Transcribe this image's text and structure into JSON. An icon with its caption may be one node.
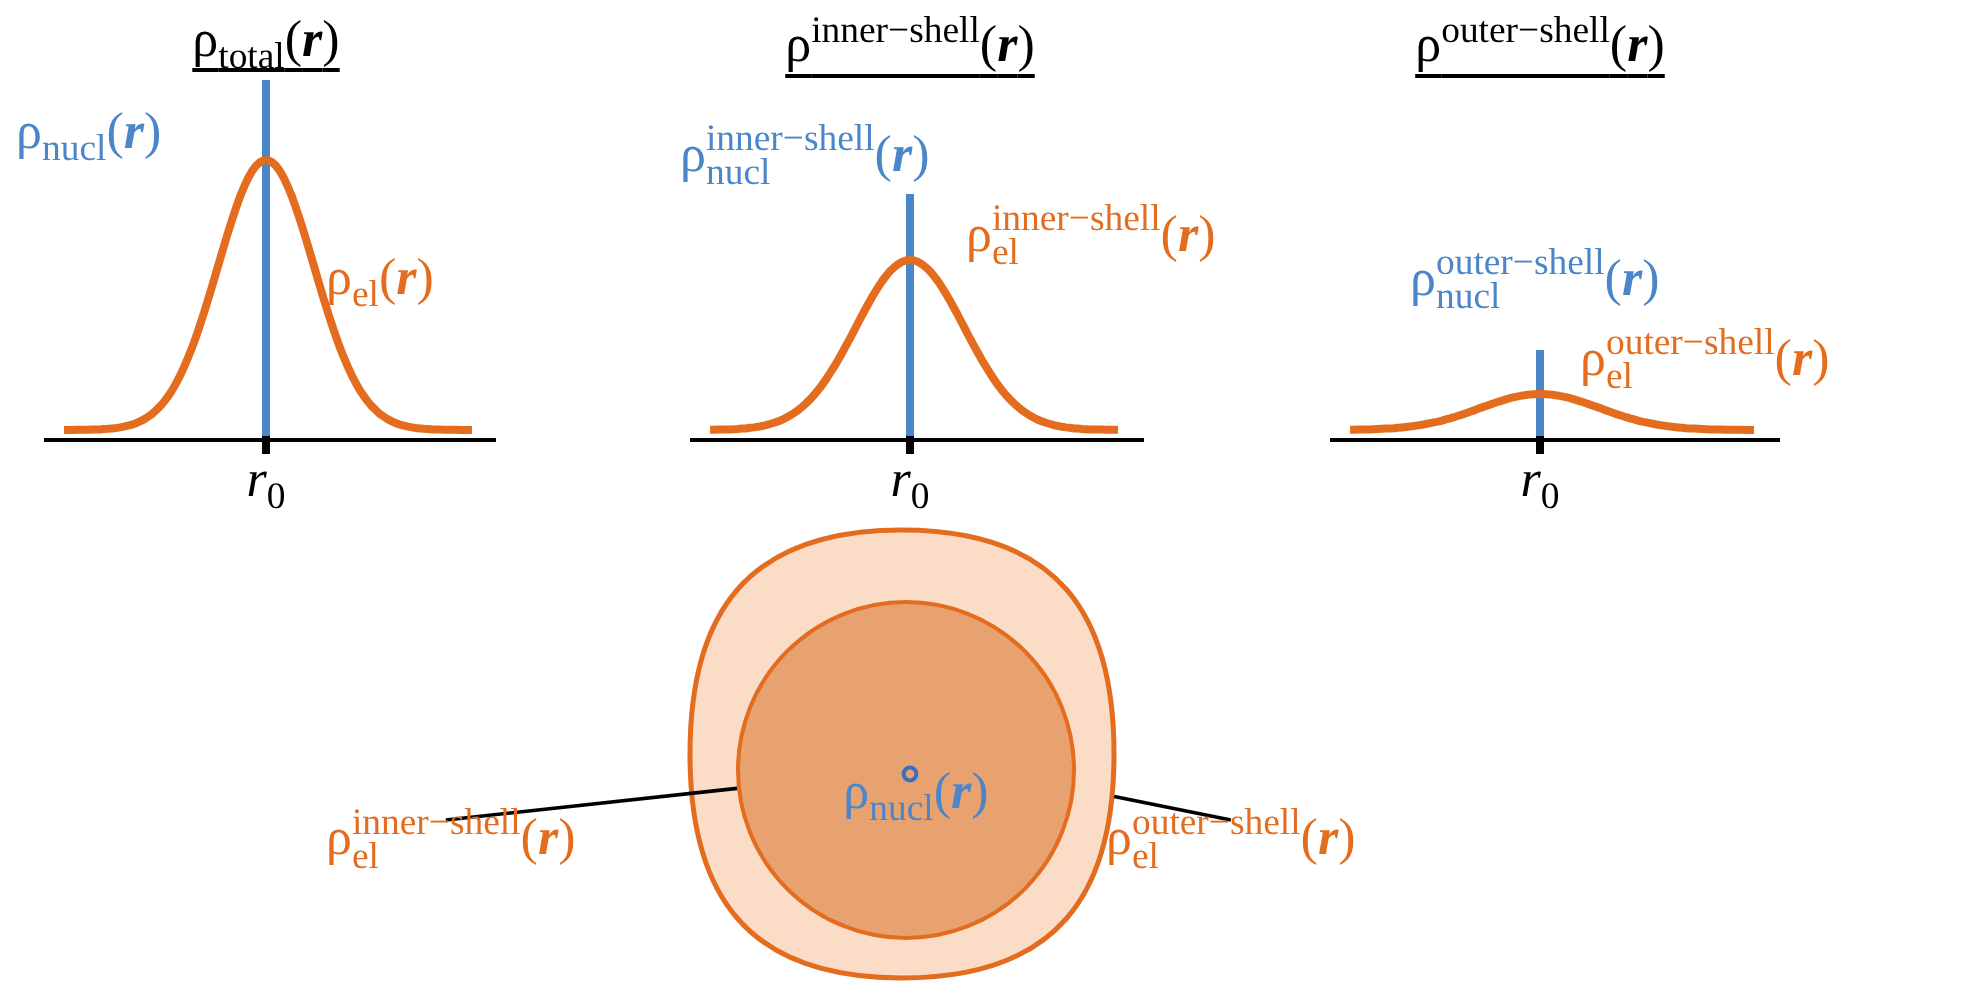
{
  "diagram": {
    "nodes": [
      {
        "text": [],
        "shape": "circle"
      },
      {
        "text": [
          "ρ$_{nucl}$(**r**)"
        ],
        "in": 0
      },
      {
        "text": [
          "ρ$^{inner−shell}$$_{el}$(**r**)"
        ]
      },
      {
        "text": [
          "ρ$^{outer−shell}$$_{el}$(**r**)"
        ]
      }
    ],
    "edges": [
      {
        "from": 2,
        "to": 1,
        "arrow": "none"
      },
      {
        "from": 3,
        "to": 0,
        "arrow": "none"
      }
    ],
    "labels": [
      "ρ$_{total}$(**r**)",
      "ρ$_{nucl}$(**r**)",
      "ρ$_{el}$(**r**)",
      "r$_{0}$",
      "ρ$^{inner−shell}$(**r**)",
      "ρ$^{inner−shell}$$_{nucl}$(**r**)",
      "ρ$^{inner−shell}$$_{el}$(**r**)",
      "r$_{0}$",
      "ρ$^{outer−shell}$(**r**)",
      "ρ$^{outer−shell}$$_{nucl}$(**r**)",
      "ρ$^{outer−shell}$$_{el}$(**r**)",
      "r$_{0}$"
    ]
  }
}
